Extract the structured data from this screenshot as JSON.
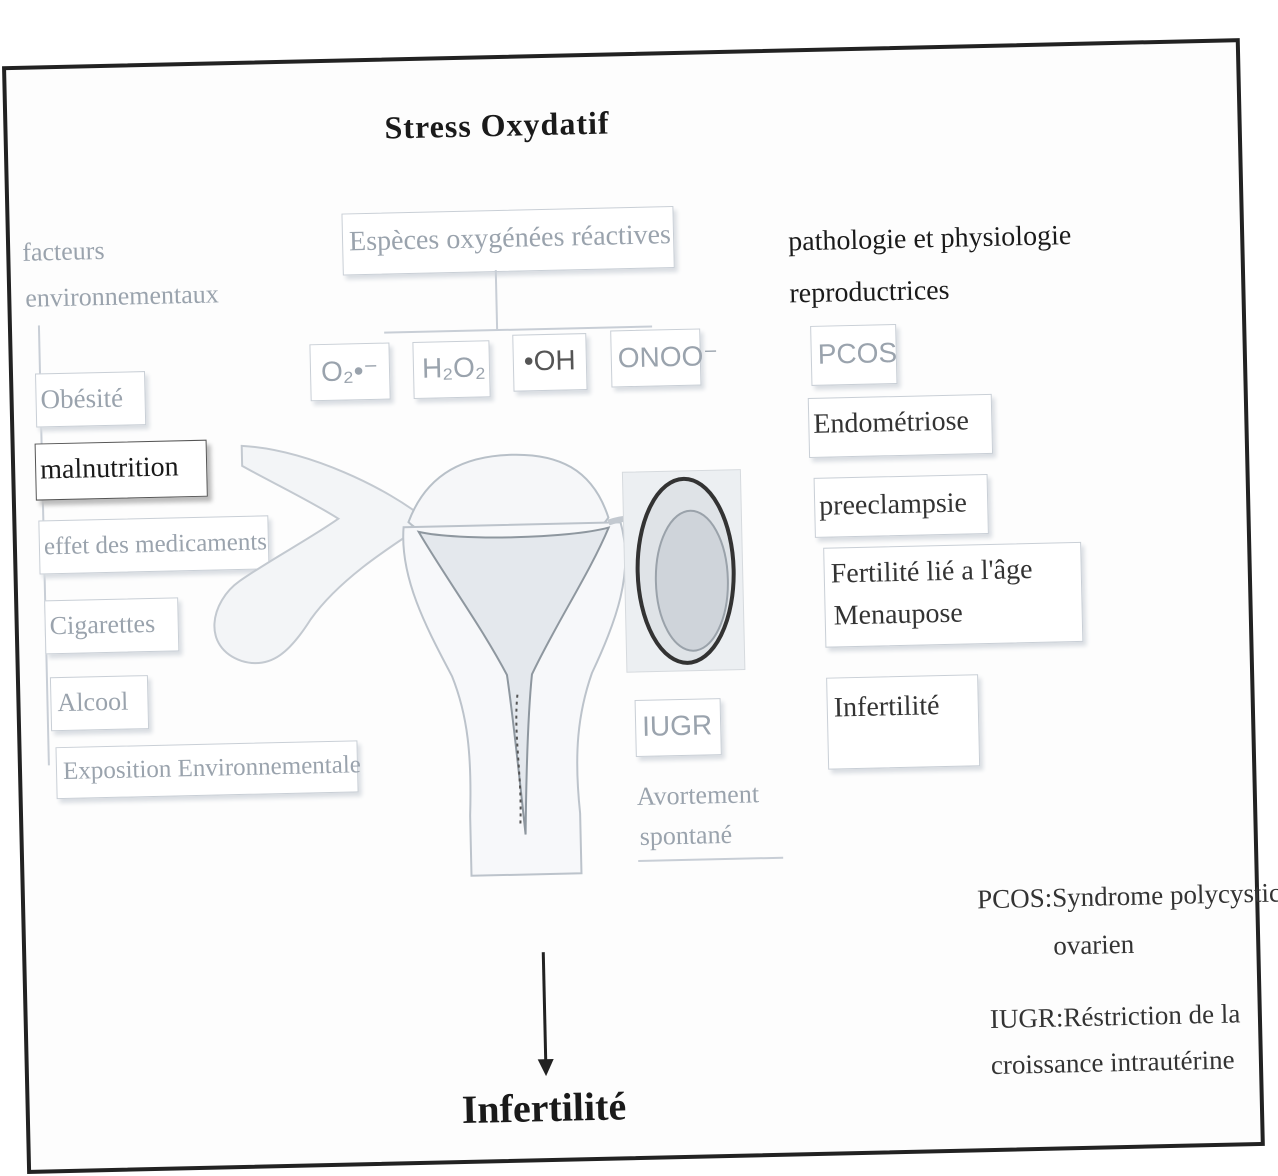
{
  "title": "Stress Oxydatif",
  "left_header": [
    "facteurs",
    "environnementaux"
  ],
  "ros_header": "Espèces oxygénées réactives",
  "ros_species": [
    "O₂•⁻",
    "H₂O₂",
    "•OH",
    "ONOO⁻"
  ],
  "factors": [
    "Obésité",
    "malnutrition",
    "effet des medicaments",
    "Cigarettes",
    "Alcool",
    "Exposition Environnementale"
  ],
  "right_header": [
    "pathologie et physiologie",
    "reproductrices"
  ],
  "conditions": [
    "PCOS",
    "Endométriose",
    "preeclampsie",
    "Fertilité lié a l'âge",
    "Menaupose",
    "Infertilité"
  ],
  "iugr": "IUGR",
  "abortion": [
    "Avortement",
    "spontané"
  ],
  "outcome": "Infertilité",
  "legend": {
    "pcos": [
      "PCOS:Syndrome polycystic",
      "ovarien"
    ],
    "iugr": [
      "IUGR:Réstriction de la",
      "croissance intrautérine"
    ]
  }
}
